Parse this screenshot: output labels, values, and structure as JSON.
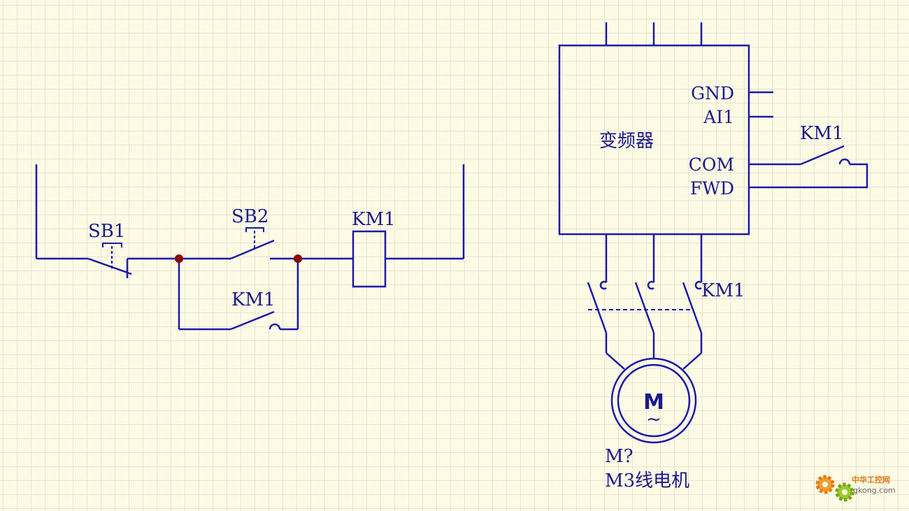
{
  "colors": {
    "background": "#fdfbe3",
    "grid": "#cfcfcf",
    "wire": "#1a1aa8",
    "junction": "#8b0000",
    "text": "#1a1a8c"
  },
  "control_circuit": {
    "sb1_label": "SB1",
    "sb2_label": "SB2",
    "km1_hold_label": "KM1",
    "km1_coil_label": "KM1"
  },
  "inverter": {
    "title": "变频器",
    "terminals": [
      "GND",
      "AI1",
      "COM",
      "FWD"
    ],
    "contact_label": "KM1"
  },
  "power_circuit": {
    "contactor_label": "KM1",
    "motor_symbol": "M",
    "motor_tilde": "~",
    "motor_designator": "M?",
    "motor_desc": "M3线电机"
  },
  "watermark": {
    "cn": "中华工控网",
    "en": "gkong.com",
    "icon": "gear-icon"
  }
}
